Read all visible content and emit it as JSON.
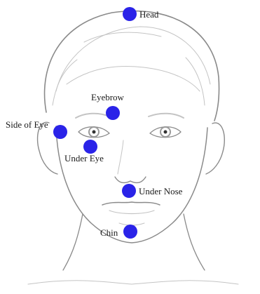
{
  "colors": {
    "point": "#2a23e8",
    "sketch": "#8a8a8a",
    "sketch_light": "#c4c4c4",
    "iris": "#9a9a9a"
  },
  "illustration": {
    "icon": "child-face-sketch"
  },
  "points": {
    "head": {
      "label": "Head"
    },
    "eyebrow": {
      "label": "Eyebrow"
    },
    "side_of_eye": {
      "label": "Side of Eye"
    },
    "under_eye": {
      "label": "Under Eye"
    },
    "under_nose": {
      "label": "Under Nose"
    },
    "chin": {
      "label": "Chin"
    }
  }
}
